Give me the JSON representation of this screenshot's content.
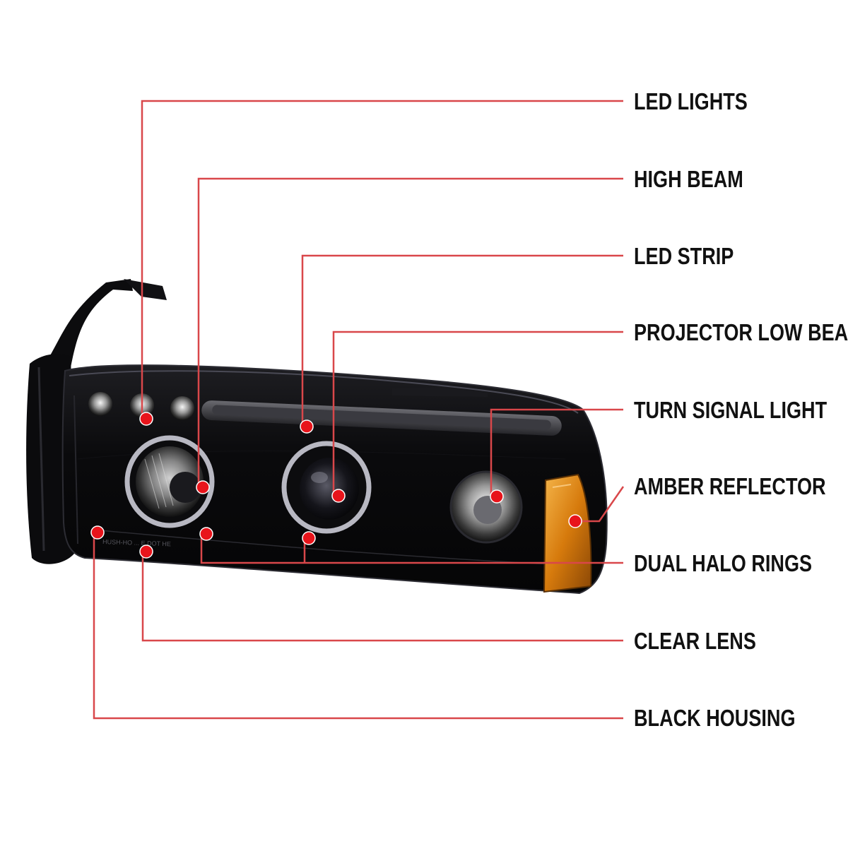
{
  "colors": {
    "callout_line": "#d9474a",
    "callout_dot": "#e8141b",
    "housing": "#0b0b0d",
    "amber": "#e08a12"
  },
  "callouts": [
    {
      "label": "LED LIGHTS"
    },
    {
      "label": "HIGH BEAM"
    },
    {
      "label": "LED STRIP"
    },
    {
      "label": "PROJECTOR LOW BEAM"
    },
    {
      "label": "TURN SIGNAL LIGHT"
    },
    {
      "label": "AMBER REFLECTOR"
    },
    {
      "label": "DUAL HALO RINGS"
    },
    {
      "label": "CLEAR LENS"
    },
    {
      "label": "BLACK HOUSING"
    }
  ],
  "lens_stamp": "HUSH-HO ... E DOT HE"
}
